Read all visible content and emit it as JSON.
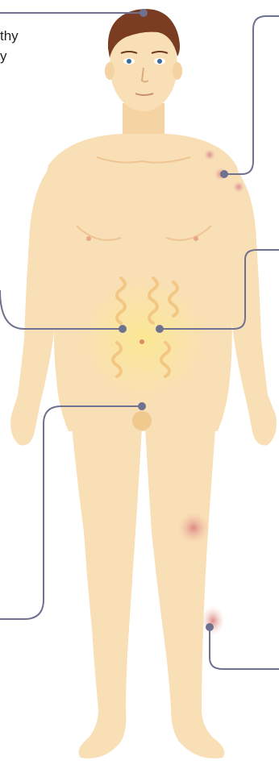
{
  "callout": {
    "line1": "thy",
    "line2": "y"
  },
  "colors": {
    "skin": "#f9dfb6",
    "skin_shadow": "#f0c98f",
    "hair": "#7a3d22",
    "leader_line": "#6f7190",
    "lesion": "#d9808a",
    "abdomen_glow": "#fbe98a",
    "intestine": "#f2c27c"
  },
  "icons": {
    "marker": "dot-marker",
    "lesion": "red-spot"
  }
}
